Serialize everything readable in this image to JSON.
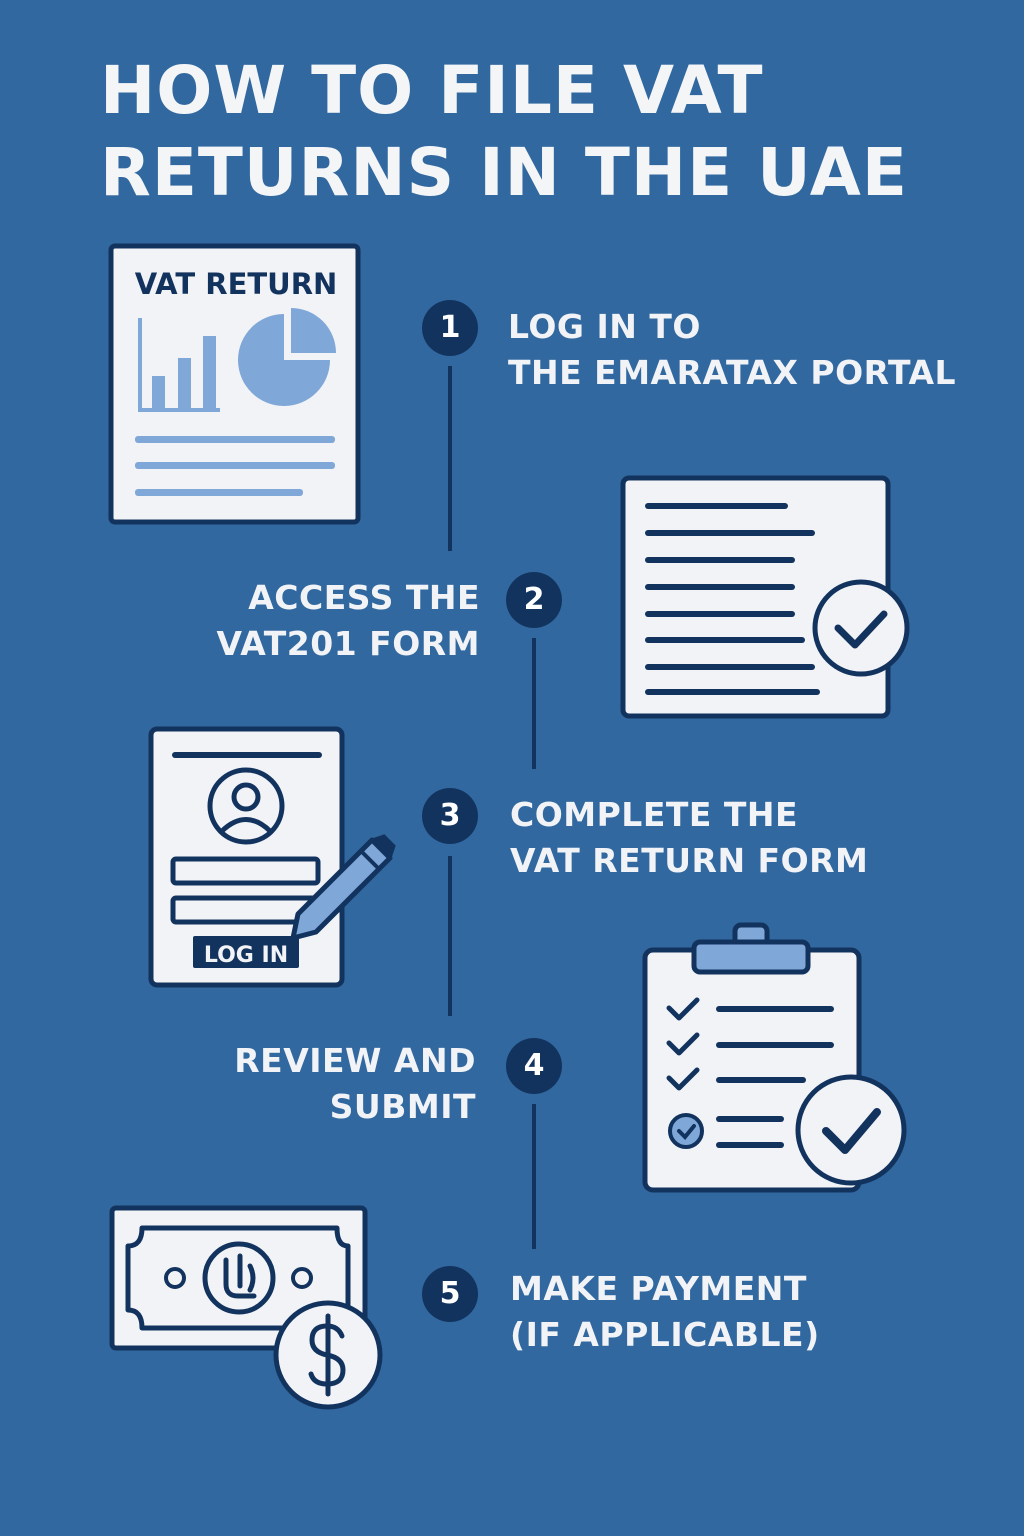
{
  "title": {
    "line1": "HOW TO FILE VAT",
    "line2": "RETURNS IN THE UAE"
  },
  "colors": {
    "background": "#31689f",
    "navy": "#13335f",
    "light_blue": "#7fa7d8",
    "paper": "#f2f3f6",
    "text": "#f1f3f6"
  },
  "illustrations": {
    "vat_document_heading": "VAT RETURN",
    "login_button_label": "LOG IN",
    "icons": [
      "document-chart-icon",
      "form-check-icon",
      "login-form-icon",
      "clipboard-checklist-icon",
      "banknote-dollar-icon"
    ]
  },
  "steps": [
    {
      "number": "1",
      "line1": "LOG IN TO",
      "line2": "THE EMARATAX PORTAL"
    },
    {
      "number": "2",
      "line1": "ACCESS THE",
      "line2": "VAT201 FORM"
    },
    {
      "number": "3",
      "line1": "COMPLETE THE",
      "line2": "VAT RETURN FORM"
    },
    {
      "number": "4",
      "line1": "REVIEW AND",
      "line2": "SUBMIT"
    },
    {
      "number": "5",
      "line1": "MAKE PAYMENT",
      "line2": "(IF APPLICABLE)"
    }
  ]
}
